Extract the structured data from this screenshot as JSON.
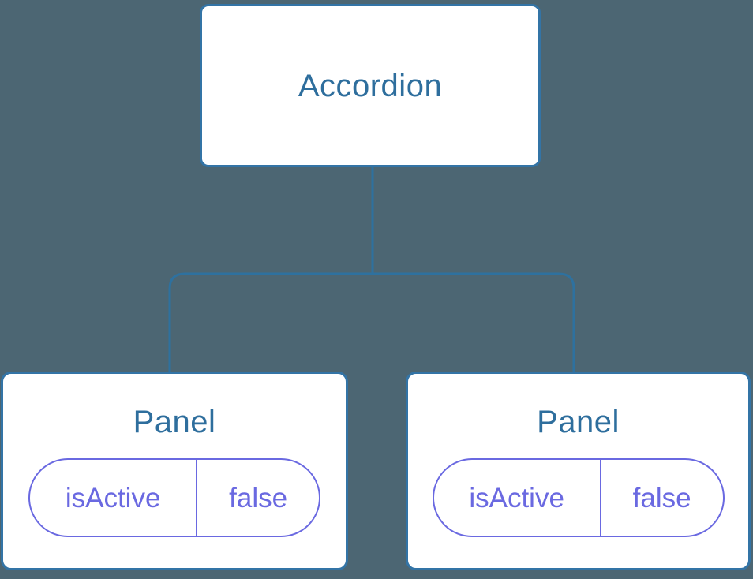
{
  "colors": {
    "bg": "#4c6673",
    "box_border": "#3374a6",
    "node_text": "#2e6e9d",
    "connector": "#2e719f",
    "prop_accent": "#6a69e1",
    "box_fill": "#ffffff"
  },
  "tree": {
    "root": {
      "label": "Accordion"
    },
    "children": [
      {
        "label": "Panel",
        "props": [
          {
            "name": "isActive",
            "value": "false"
          }
        ]
      },
      {
        "label": "Panel",
        "props": [
          {
            "name": "isActive",
            "value": "false"
          }
        ]
      }
    ]
  }
}
